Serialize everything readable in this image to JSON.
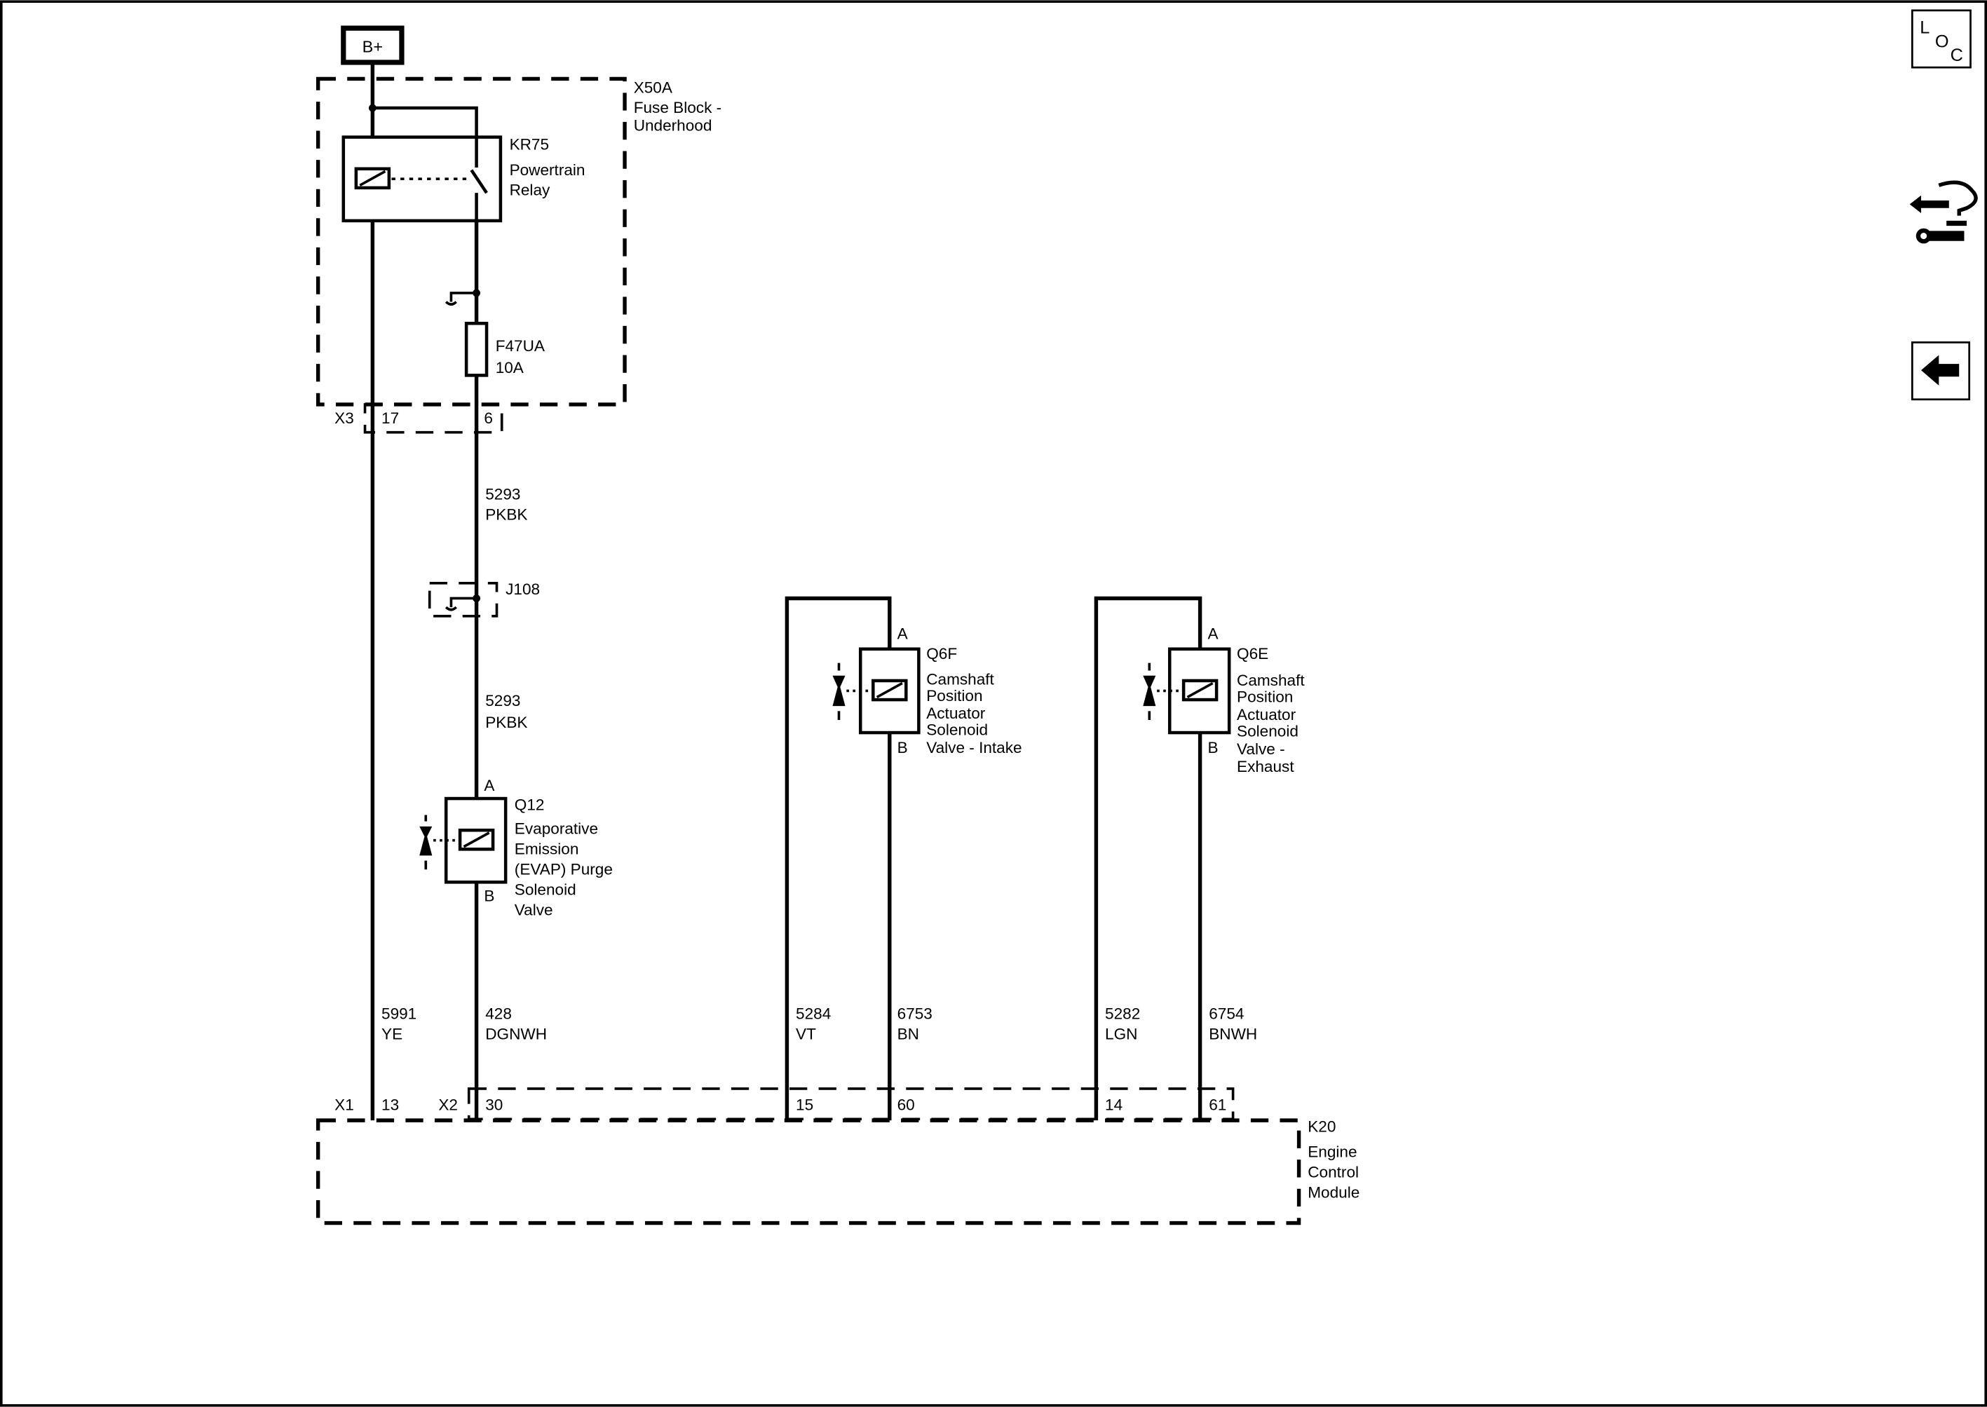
{
  "supply": {
    "label": "B+"
  },
  "fuse_block": {
    "ref": "X50A",
    "name_1": "Fuse Block -",
    "name_2": "Underhood",
    "connector": "X3",
    "pin_left": "17",
    "pin_right": "6"
  },
  "relay": {
    "ref": "KR75",
    "name_1": "Powertrain",
    "name_2": "Relay"
  },
  "fuse": {
    "ref": "F47UA",
    "rating": "10A"
  },
  "wire_upper": {
    "circuit": "5293",
    "color": "PKBK"
  },
  "splice": {
    "ref": "J108"
  },
  "wire_lower": {
    "circuit": "5293",
    "color": "PKBK"
  },
  "evap_valve": {
    "pin_a": "A",
    "pin_b": "B",
    "ref": "Q12",
    "name": [
      "Evaporative",
      "Emission",
      "(EVAP) Purge",
      "Solenoid",
      "Valve"
    ]
  },
  "intake_valve": {
    "pin_a": "A",
    "pin_b": "B",
    "ref": "Q6F",
    "name": [
      "Camshaft",
      "Position",
      "Actuator",
      "Solenoid",
      "Valve - Intake"
    ]
  },
  "exhaust_valve": {
    "pin_a": "A",
    "pin_b": "B",
    "ref": "Q6E",
    "name": [
      "Camshaft",
      "Position",
      "Actuator",
      "Solenoid",
      "Valve -",
      "Exhaust"
    ]
  },
  "wires_bottom": [
    {
      "circuit": "5991",
      "color": "YE"
    },
    {
      "circuit": "428",
      "color": "DGNWH"
    },
    {
      "circuit": "5284",
      "color": "VT"
    },
    {
      "circuit": "6753",
      "color": "BN"
    },
    {
      "circuit": "5282",
      "color": "LGN"
    },
    {
      "circuit": "6754",
      "color": "BNWH"
    }
  ],
  "ecm": {
    "ref": "K20",
    "name_1": "Engine",
    "name_2": "Control",
    "name_3": "Module",
    "connector_1": "X1",
    "connector_2": "X2",
    "pins": [
      "13",
      "30",
      "15",
      "60",
      "14",
      "61"
    ]
  },
  "toolbar": {
    "loc_l": "L",
    "loc_o": "O",
    "loc_c": "C",
    "loc_button": "location-button",
    "nav_button": "component-navigation-button",
    "back_button": "back-arrow-button"
  }
}
